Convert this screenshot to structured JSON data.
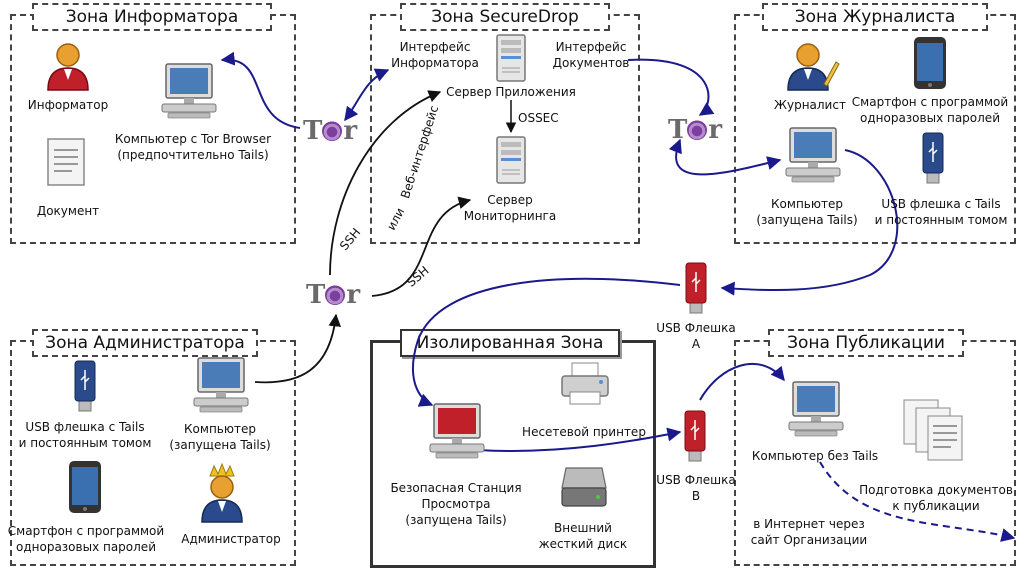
{
  "zones": {
    "informer": "Зона Информатора",
    "securedrop": "Зона SecureDrop",
    "journalist": "Зона Журналиста",
    "admin": "Зона Администратора",
    "isolated": "Изолированная Зона",
    "publication": "Зона Публикации"
  },
  "informer_zone": {
    "informer": "Информатор",
    "document": "Документ",
    "computer": [
      "Компьютер с Tor Browser",
      "(предпочтительно Tails)"
    ]
  },
  "securedrop_zone": {
    "source_interface": [
      "Интерфейс",
      "Информатора"
    ],
    "doc_interface": [
      "Интерфейс",
      "Документов"
    ],
    "app_server": "Сервер Приложения",
    "ossec": "OSSEC",
    "monitor_server": [
      "Сервер",
      "Мониторнинга"
    ]
  },
  "journalist_zone": {
    "journalist": "Журналист",
    "smartphone": [
      "Смартфон с программой",
      "одноразовых паролей"
    ],
    "computer": [
      "Компьютер",
      "(запущена Tails)"
    ],
    "usb": [
      "USB флешка с Tails",
      "и постоянным томом"
    ]
  },
  "admin_zone": {
    "usb": [
      "USB флешка с Tails",
      "и постоянным томом"
    ],
    "computer": [
      "Компьютер",
      "(запущена Tails)"
    ],
    "smartphone": [
      "Смартфон с программой",
      "одноразовых паролей"
    ],
    "admin": "Администратор"
  },
  "isolated_zone": {
    "station": [
      "Безопасная Станция",
      "Просмотра",
      "(запущена Tails)"
    ],
    "printer": "Несетевой принтер",
    "disk": [
      "Внешний",
      "жесткий диск"
    ]
  },
  "publication_zone": {
    "computer": "Компьютер без Tails",
    "prep": [
      "Подготовка документов",
      "к публикации"
    ],
    "internet": [
      "в Интернет через",
      "сайт Организации"
    ]
  },
  "links": {
    "ssh1": "SSH",
    "ssh2": "SSH",
    "or": "или",
    "web": "Веб-интерфейс"
  },
  "usb_a": [
    "USB Флешка",
    "A"
  ],
  "usb_b": [
    "USB Флешка",
    "B"
  ],
  "tor_word": "Tor",
  "colors": {
    "arrow": "#1a1a8c",
    "usb_red": "#c0202a",
    "usb_blue": "#2a4a8c",
    "person_red": "#c0202a"
  }
}
